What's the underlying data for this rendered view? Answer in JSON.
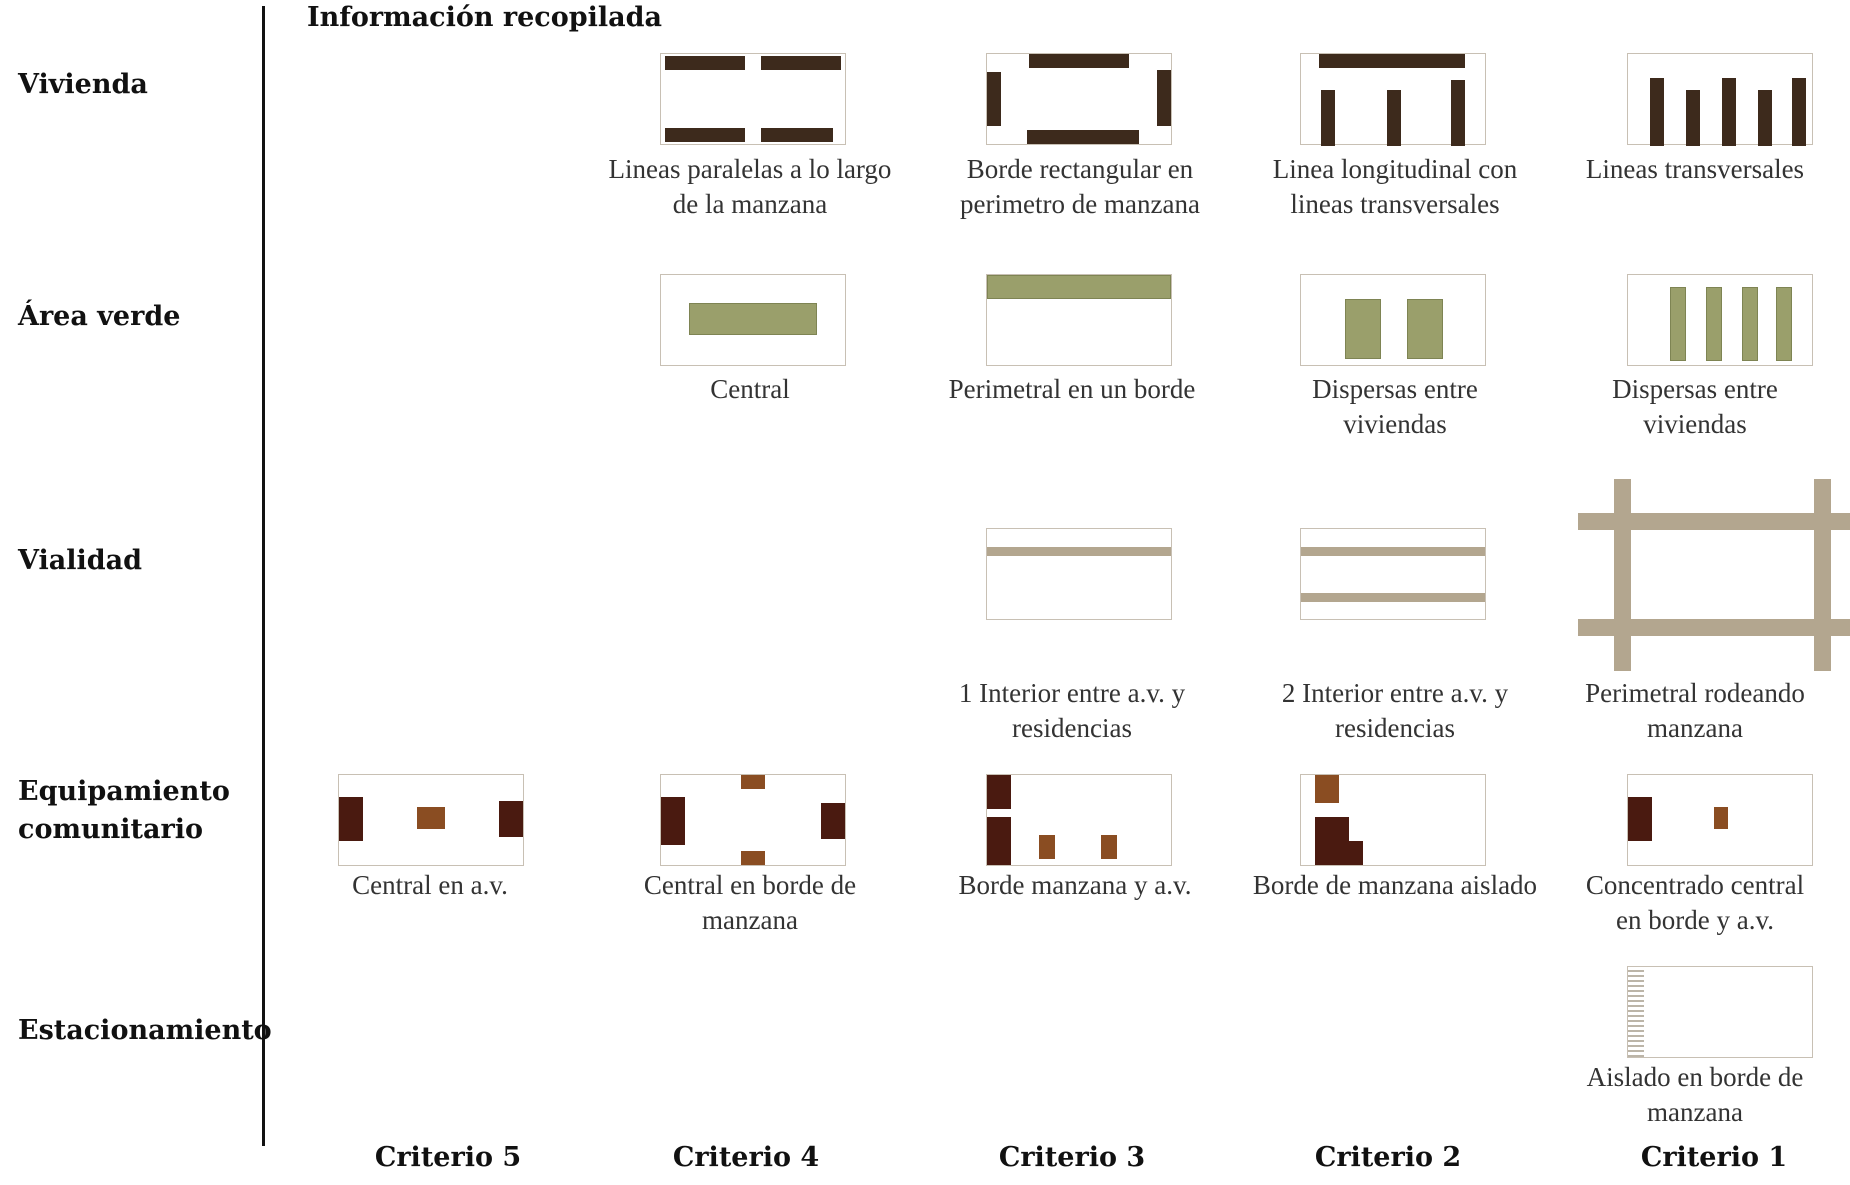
{
  "heading": "Información recopilada",
  "rows": {
    "vivienda": "Vivienda",
    "area_verde": "Área verde",
    "vialidad": "Vialidad",
    "equipamiento": [
      "Equipamiento",
      "comunitario"
    ],
    "estacionamiento": "Estacionamiento"
  },
  "criteria": [
    "Criterio 5",
    "Criterio 4",
    "Criterio 3",
    "Criterio 2",
    "Criterio 1"
  ],
  "vivienda": {
    "c4": [
      "Lineas paralelas a lo largo",
      "de la manzana"
    ],
    "c3": [
      "Borde rectangular en",
      "perimetro de manzana"
    ],
    "c2": [
      "Linea longitudinal con",
      "lineas transversales"
    ],
    "c1": [
      "Lineas transversales"
    ]
  },
  "area_verde": {
    "c4": [
      "Central"
    ],
    "c3": [
      "Perimetral en un borde"
    ],
    "c2": [
      "Dispersas entre",
      "viviendas"
    ],
    "c1": [
      "Dispersas entre",
      "viviendas"
    ]
  },
  "vialidad": {
    "c3": [
      "1 Interior entre a.v. y",
      "residencias"
    ],
    "c2": [
      "2 Interior entre a.v. y",
      "residencias"
    ],
    "c1": [
      "Perimetral rodeando",
      "manzana"
    ]
  },
  "equipamiento": {
    "c5": [
      "Central en a.v."
    ],
    "c4": [
      "Central en borde de",
      "manzana"
    ],
    "c3": [
      "Borde manzana y a.v."
    ],
    "c2": [
      "Borde de manzana aislado"
    ],
    "c1": [
      "Concentrado central",
      "en borde y a.v."
    ]
  },
  "estacionamiento": {
    "c1": [
      "Aislado en borde de",
      "manzana"
    ]
  },
  "colors": {
    "housing": "#3d2a1c",
    "green": "#9a9f6b",
    "road": "#b3a68f",
    "equip_dark": "#4a1a10",
    "equip_mid": "#8a4d22"
  }
}
